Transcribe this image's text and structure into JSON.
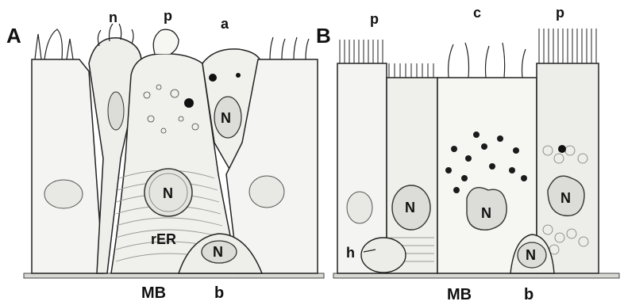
{
  "figure": {
    "panels": [
      {
        "id": "A",
        "letter": "A",
        "labels": {
          "n": "n",
          "p": "p",
          "a": "a",
          "N_apical": "N",
          "N_central": "N",
          "rER": "rER",
          "N_basal": "N",
          "MB": "MB",
          "b": "b"
        }
      },
      {
        "id": "B",
        "letter": "B",
        "labels": {
          "p_left": "p",
          "c": "c",
          "p_right": "p",
          "N_left": "N",
          "N_center": "N",
          "N_right": "N",
          "N_basal": "N",
          "h": "h",
          "MB": "MB",
          "b": "b"
        }
      }
    ],
    "colors": {
      "ink": "#222222",
      "cytoplasm": "#f1f1ef",
      "nucleus": "#dcdcd8",
      "granule": "#1b1b1b",
      "rer": "#9a9a9a"
    }
  }
}
